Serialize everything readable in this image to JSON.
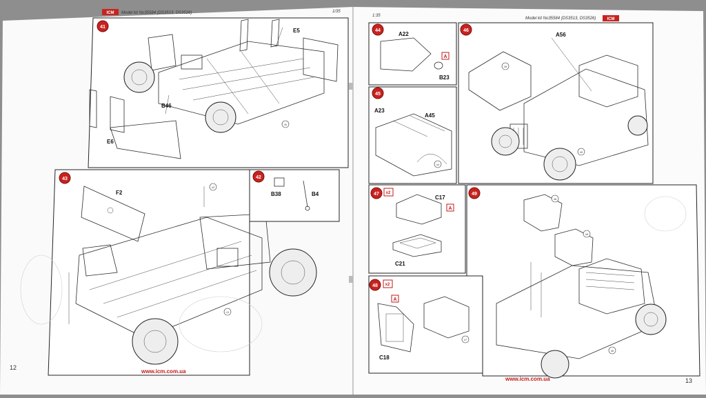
{
  "brand": "ICM",
  "model_kit_left": "Model kit No35584 (DS3513, DS3526)",
  "model_kit_right": "Model kit No35584 (DS3513, DS3526)",
  "scale_left": "1/35",
  "scale_right": "1:35",
  "website": "www.icm.com.ua",
  "page_left": "12",
  "page_right": "13",
  "colors": {
    "step_badge": "#c8231f",
    "paper": "#ffffff",
    "accent_text": "#c21a1a"
  },
  "steps": [
    {
      "number": "41",
      "parts": [
        "E5",
        "B46",
        "E6"
      ],
      "refs": [
        "40"
      ]
    },
    {
      "number": "43",
      "parts": [
        "F2"
      ],
      "refs": [
        "42",
        "41"
      ]
    },
    {
      "number": "42",
      "parts": [
        "B38",
        "B4"
      ],
      "refs": []
    },
    {
      "number": "44",
      "parts": [
        "A22",
        "B23"
      ],
      "marker": "A",
      "refs": []
    },
    {
      "number": "45",
      "parts": [
        "A23",
        "A45"
      ],
      "refs": [
        "44"
      ]
    },
    {
      "number": "46",
      "parts": [
        "A56"
      ],
      "refs": [
        "45",
        "45"
      ]
    },
    {
      "number": "47",
      "multiplier": "x2",
      "parts": [
        "C17",
        "C21"
      ],
      "marker": "A",
      "refs": []
    },
    {
      "number": "48",
      "multiplier": "x2",
      "parts": [
        "C18"
      ],
      "marker": "A",
      "refs": [
        "47"
      ]
    },
    {
      "number": "49",
      "parts": [],
      "refs": [
        "48",
        "48",
        "46"
      ]
    }
  ]
}
